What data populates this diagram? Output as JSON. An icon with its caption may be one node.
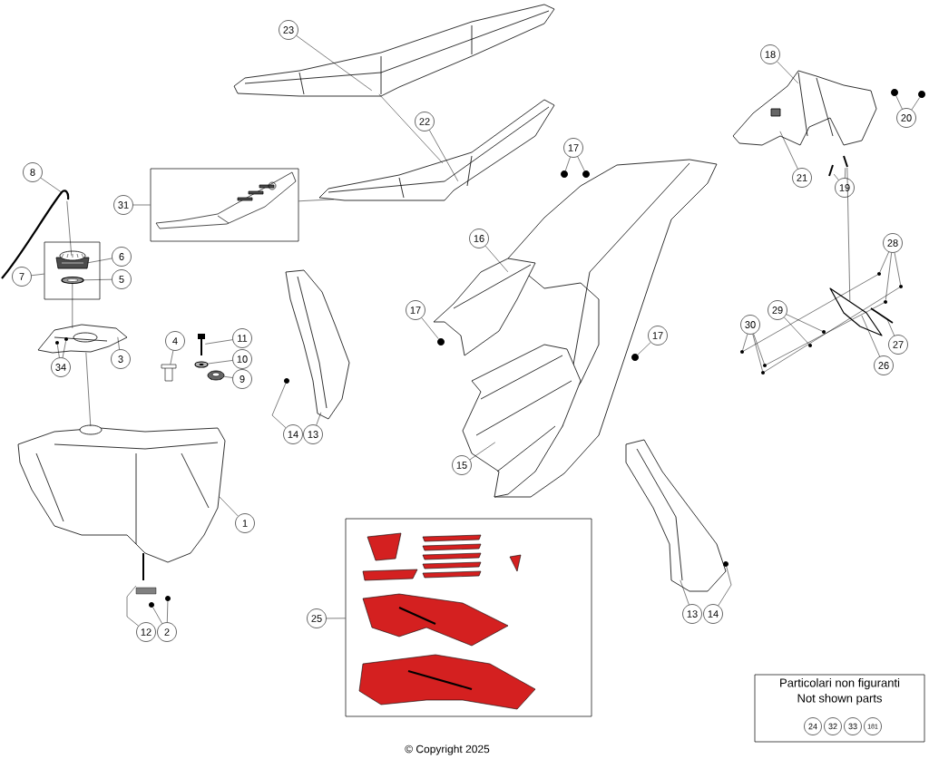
{
  "diagram": {
    "caption": "© Copyright 2025",
    "nodes": [
      {
        "text": [
          "23"
        ]
      },
      {
        "text": [
          "18"
        ]
      },
      {
        "text": [
          "20"
        ]
      },
      {
        "text": [
          "22"
        ]
      },
      {
        "text": [
          "17"
        ]
      },
      {
        "text": [],
        "shape": "box"
      },
      {
        "text": [
          "21"
        ]
      },
      {
        "text": [
          "19"
        ]
      },
      {
        "text": [
          "8"
        ]
      },
      {
        "text": [
          "31"
        ]
      },
      {
        "text": [],
        "shape": "box"
      },
      {
        "text": [
          "6"
        ]
      },
      {
        "text": [
          "7"
        ]
      },
      {
        "text": [
          "5"
        ]
      },
      {
        "text": [
          "16"
        ]
      },
      {
        "text": [
          "28"
        ]
      },
      {
        "text": [
          "17"
        ]
      },
      {
        "text": [
          "29"
        ]
      },
      {
        "text": [
          "30"
        ]
      },
      {
        "text": [
          "17"
        ]
      },
      {
        "text": [
          "27"
        ]
      },
      {
        "text": [
          "11"
        ]
      },
      {
        "text": [
          "4"
        ]
      },
      {
        "text": [
          "3"
        ]
      },
      {
        "text": [
          "10"
        ]
      },
      {
        "text": [
          "26"
        ]
      },
      {
        "text": [
          "34"
        ]
      },
      {
        "text": [
          "9"
        ]
      },
      {
        "text": [
          "14"
        ]
      },
      {
        "text": [
          "13"
        ]
      },
      {
        "text": [
          "15"
        ]
      },
      {
        "text": [
          "1"
        ]
      },
      {
        "text": [],
        "shape": "box"
      },
      {
        "text": [
          "25"
        ]
      },
      {
        "text": [
          "13"
        ]
      },
      {
        "text": [
          "14"
        ]
      },
      {
        "text": [
          "12"
        ]
      },
      {
        "text": [
          "2"
        ]
      },
      {
        "text": [
          "Particolari non figuranti",
          "Not shown parts"
        ]
      },
      {
        "text": [
          "24"
        ],
        "in": 38
      },
      {
        "text": [
          "32"
        ],
        "in": 38
      },
      {
        "text": [
          "33"
        ],
        "in": 38
      },
      {
        "text": [
          "181"
        ],
        "in": 38
      },
      {
        "text": [],
        "shape": "picture"
      },
      {
        "text": [],
        "shape": "picture"
      },
      {
        "text": [],
        "shape": "picture",
        "in": 5
      },
      {
        "text": [],
        "shape": "picture"
      },
      {
        "text": [],
        "shape": "picture"
      },
      {
        "text": [],
        "shape": "picture"
      },
      {
        "text": [],
        "shape": "picture"
      },
      {
        "text": [],
        "shape": "picture"
      },
      {
        "text": [],
        "shape": "picture"
      },
      {
        "text": [],
        "shape": "picture"
      },
      {
        "text": [],
        "shape": "picture",
        "in": 10
      },
      {
        "text": [],
        "shape": "picture",
        "in": 10
      },
      {
        "text": [],
        "shape": "picture"
      },
      {
        "text": [],
        "shape": "picture"
      },
      {
        "text": [],
        "shape": "picture"
      },
      {
        "text": [],
        "shape": "picture",
        "in": 32
      },
      {
        "text": [],
        "shape": "circle"
      },
      {
        "text": [],
        "shape": "circle"
      },
      {
        "text": [],
        "shape": "circle"
      },
      {
        "text": [],
        "shape": "circle"
      },
      {
        "text": [],
        "shape": "picture"
      },
      {
        "text": [],
        "shape": "picture"
      },
      {
        "text": [],
        "shape": "circle"
      },
      {
        "text": [],
        "shape": "circle"
      },
      {
        "text": [],
        "shape": "circle"
      },
      {
        "text": [],
        "shape": "circle"
      },
      {
        "text": [],
        "shape": "circle"
      },
      {
        "text": [],
        "shape": "circle"
      },
      {
        "text": [],
        "shape": "circle"
      },
      {
        "text": [],
        "shape": "circle"
      },
      {
        "text": [],
        "shape": "circle"
      },
      {
        "text": [],
        "shape": "circle"
      },
      {
        "text": [],
        "shape": "picture"
      },
      {
        "text": [],
        "shape": "picture"
      },
      {
        "text": [],
        "shape": "picture"
      },
      {
        "text": [],
        "shape": "picture"
      },
      {
        "text": [],
        "shape": "circle",
        "in": 52
      },
      {
        "text": [],
        "shape": "circle",
        "in": 52
      },
      {
        "text": [],
        "shape": "circle"
      },
      {
        "text": [],
        "shape": "circle"
      },
      {
        "text": [],
        "shape": "picture"
      },
      {
        "text": [],
        "shape": "circle"
      },
      {
        "text": [],
        "shape": "circle"
      }
    ],
    "edges": [
      {
        "from": 0,
        "to": 43,
        "arrow": "none"
      },
      {
        "from": 1,
        "to": 46,
        "arrow": "none"
      },
      {
        "from": 2,
        "to": 59,
        "arrow": "none"
      },
      {
        "from": 2,
        "to": 60,
        "arrow": "none"
      },
      {
        "from": 3,
        "to": 44,
        "arrow": "none"
      },
      {
        "from": 4,
        "to": 61,
        "arrow": "none"
      },
      {
        "from": 4,
        "to": 62,
        "arrow": "none"
      },
      {
        "from": 6,
        "to": 46,
        "arrow": "none"
      },
      {
        "from": 7,
        "to": 63,
        "arrow": "none"
      },
      {
        "from": 7,
        "to": 64,
        "arrow": "none"
      },
      {
        "from": 8,
        "to": 55,
        "arrow": "none"
      },
      {
        "from": 9,
        "to": 5,
        "arrow": "none"
      },
      {
        "from": 5,
        "to": 44,
        "arrow": "none"
      },
      {
        "from": 12,
        "to": 10,
        "arrow": "none"
      },
      {
        "from": 11,
        "to": 53,
        "arrow": "none"
      },
      {
        "from": 13,
        "to": 54,
        "arrow": "none"
      },
      {
        "from": 14,
        "to": 47,
        "arrow": "none"
      },
      {
        "from": 15,
        "to": 67,
        "arrow": "none"
      },
      {
        "from": 15,
        "to": 69,
        "arrow": "none"
      },
      {
        "from": 15,
        "to": 68,
        "arrow": "none"
      },
      {
        "from": 16,
        "to": 65,
        "arrow": "none"
      },
      {
        "from": 17,
        "to": 70,
        "arrow": "none"
      },
      {
        "from": 17,
        "to": 71,
        "arrow": "none"
      },
      {
        "from": 18,
        "to": 72,
        "arrow": "none"
      },
      {
        "from": 18,
        "to": 73,
        "arrow": "none"
      },
      {
        "from": 18,
        "to": 74,
        "arrow": "none"
      },
      {
        "from": 19,
        "to": 66,
        "arrow": "none"
      },
      {
        "from": 20,
        "to": 57,
        "arrow": "none"
      },
      {
        "from": 21,
        "to": 75,
        "arrow": "none"
      },
      {
        "from": 22,
        "to": 76,
        "arrow": "none"
      },
      {
        "from": 23,
        "to": 52,
        "arrow": "none"
      },
      {
        "from": 24,
        "to": 77,
        "arrow": "none"
      },
      {
        "from": 25,
        "to": 56,
        "arrow": "none"
      },
      {
        "from": 26,
        "to": 79,
        "arrow": "none"
      },
      {
        "from": 26,
        "to": 80,
        "arrow": "none"
      },
      {
        "from": 27,
        "to": 78,
        "arrow": "none"
      },
      {
        "from": 28,
        "to": 81,
        "arrow": "none"
      },
      {
        "from": 29,
        "to": 49,
        "arrow": "none"
      },
      {
        "from": 30,
        "to": 48,
        "arrow": "none"
      },
      {
        "from": 31,
        "to": 51,
        "arrow": "none"
      },
      {
        "from": 33,
        "to": 32,
        "arrow": "none"
      },
      {
        "from": 34,
        "to": 50,
        "arrow": "none"
      },
      {
        "from": 35,
        "to": 82,
        "arrow": "none"
      },
      {
        "from": 36,
        "to": 83,
        "arrow": "none"
      },
      {
        "from": 37,
        "to": 84,
        "arrow": "none"
      },
      {
        "from": 37,
        "to": 85,
        "arrow": "none"
      },
      {
        "from": 55,
        "to": 53,
        "arrow": "none"
      },
      {
        "from": 54,
        "to": 52,
        "arrow": "none"
      },
      {
        "from": 52,
        "to": 51,
        "arrow": "none"
      },
      {
        "from": 64,
        "to": 56,
        "arrow": "none"
      },
      {
        "from": 43,
        "to": 44,
        "arrow": "none"
      },
      {
        "from": 72,
        "to": 67,
        "arrow": "none"
      },
      {
        "from": 73,
        "to": 69,
        "arrow": "none"
      },
      {
        "from": 74,
        "to": 68,
        "arrow": "none"
      }
    ]
  }
}
